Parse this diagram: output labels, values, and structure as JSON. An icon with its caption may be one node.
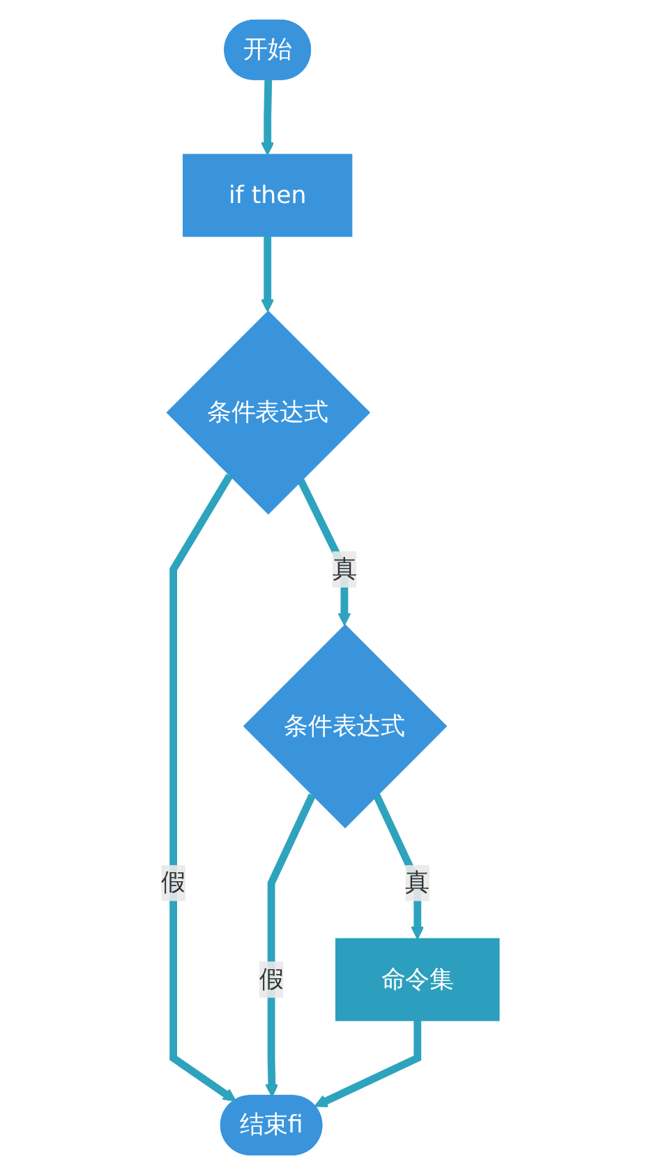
{
  "diagram": {
    "nodes": [
      {
        "text": [
          "开始"
        ]
      },
      {
        "text": [
          "if then"
        ]
      },
      {
        "text": [
          "条件表达式"
        ]
      },
      {
        "text": [
          "条件表达式"
        ]
      },
      {
        "text": [
          "命令集"
        ]
      },
      {
        "text": [
          "结束fi"
        ]
      }
    ],
    "edges": [
      {
        "from": 0,
        "to": 1,
        "arrow": "to"
      },
      {
        "from": 1,
        "to": 2,
        "arrow": "to"
      },
      {
        "from": 2,
        "to": 5,
        "label": "假",
        "arrow": "to"
      },
      {
        "from": 2,
        "to": 3,
        "label": "真",
        "arrow": "to"
      },
      {
        "from": 3,
        "to": 5,
        "label": "假",
        "arrow": "to"
      },
      {
        "from": 3,
        "to": 4,
        "label": "真",
        "arrow": "to"
      },
      {
        "from": 4,
        "to": 5,
        "arrow": "to"
      }
    ]
  }
}
